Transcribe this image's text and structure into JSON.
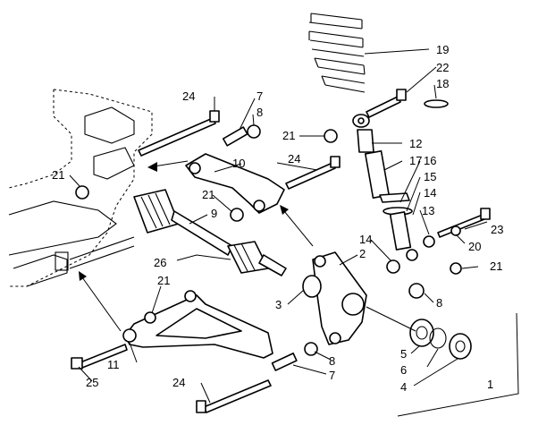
{
  "labels": {
    "l1": "1",
    "l2": "2",
    "l3": "3",
    "l4": "4",
    "l5": "5",
    "l6": "6",
    "l7a": "7",
    "l7b": "7",
    "l8a": "8",
    "l8b": "8",
    "l8c": "8",
    "l9": "9",
    "l10": "10",
    "l11": "11",
    "l12": "12",
    "l13": "13",
    "l14a": "14",
    "l14b": "14",
    "l15": "15",
    "l16": "16",
    "l17": "17",
    "l18": "18",
    "l19": "19",
    "l20": "20",
    "l21a": "21",
    "l21b": "21",
    "l21c": "21",
    "l21d": "21",
    "l21e": "21",
    "l22": "22",
    "l23": "23",
    "l24a": "24",
    "l24b": "24",
    "l24c": "24",
    "l25": "25",
    "l26": "26"
  },
  "colors": {
    "line": "#000000",
    "background": "#ffffff"
  }
}
